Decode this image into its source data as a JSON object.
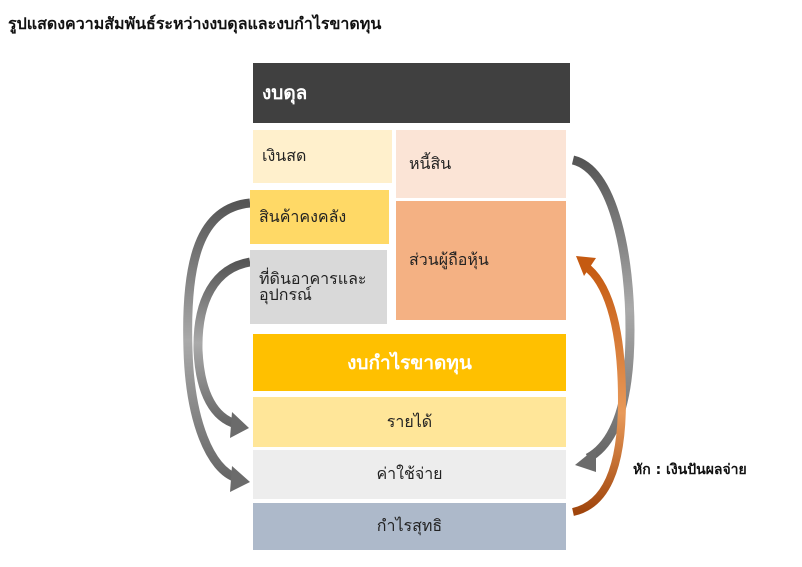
{
  "title": "รูปแสดงความสัมพันธ์ระหว่างงบดุลและงบกำไรขาดทุน",
  "balance_sheet": {
    "header": "งบดุล",
    "assets": [
      {
        "label": "เงินสด",
        "color": "#FFF0CC"
      },
      {
        "label": "สินค้าคงคลัง",
        "color": "#FFD966"
      },
      {
        "label": "ที่ดินอาคารและ",
        "label2": "อุปกรณ์",
        "color": "#D9D9D9"
      }
    ],
    "liabilities": {
      "label": "หนี้สิน",
      "color": "#FBE4D6"
    },
    "equity": {
      "label": "ส่วนผู้ถือหุ้น",
      "color": "#F4B183"
    },
    "header_color": "#404040"
  },
  "income_statement": {
    "header": "งบกำไรขาดทุน",
    "header_color": "#FFC000",
    "rows": [
      {
        "label": "รายได้",
        "color": "#FFE699"
      },
      {
        "label": "ค่าใช้จ่าย",
        "color": "#EDEDED"
      },
      {
        "label": "กำไรสุทธิ",
        "color": "#ADB9CA"
      }
    ]
  },
  "annotation": "หัก : เงินปันผลจ่าย",
  "arrow_colors": {
    "gray": "#6B6B6B",
    "orange": "#C55A11"
  }
}
